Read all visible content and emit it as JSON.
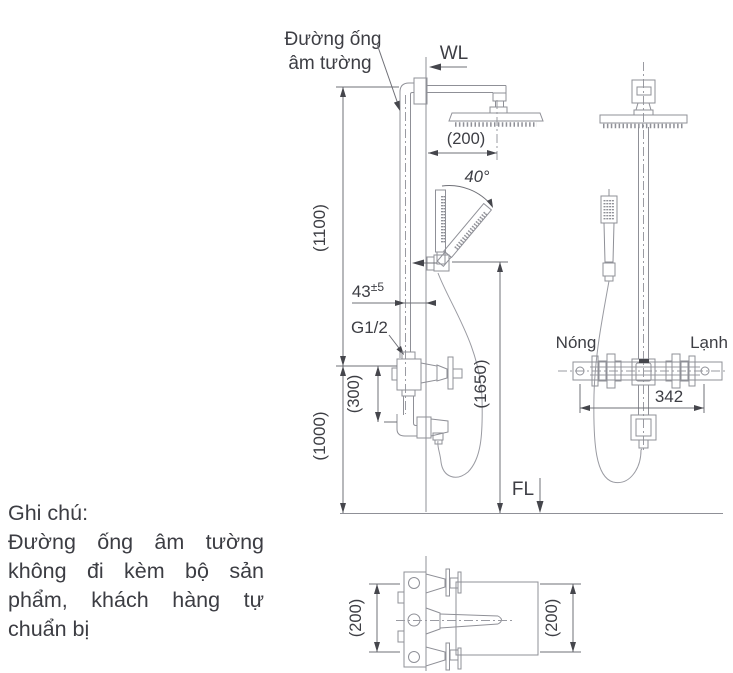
{
  "drawing": {
    "title": "shower-system-installation-diagram",
    "labels": {
      "concealed_pipe_line1": "Đường ống",
      "concealed_pipe_line2": "âm tường",
      "wall_line": "WL",
      "floor_line": "FL",
      "hot": "Nóng",
      "cold": "Lạnh",
      "thread_size": "G1/2",
      "handshower_angle": "40°"
    },
    "dimensions": {
      "head_offset_from_wall": "(200)",
      "upper_riser_height": "(1100)",
      "valve_to_floor": "(1000)",
      "handshower_holder_height": "(1650)",
      "valve_to_spout_drop": "(300)",
      "pipe_to_wall": "43",
      "pipe_to_wall_tolerance": "±5",
      "valve_center_distance": "342",
      "plan_depth_left": "(200)",
      "plan_depth_right": "(200)"
    },
    "note": {
      "heading": "Ghi chú:",
      "lines": [
        "Đường ống âm tường",
        "không đi kèm bộ sản",
        "phẩm, khách hàng tự",
        "chuẩn bị"
      ]
    },
    "colors": {
      "line": "#8f9097",
      "text": "#3d3e44",
      "background": "#ffffff"
    }
  }
}
